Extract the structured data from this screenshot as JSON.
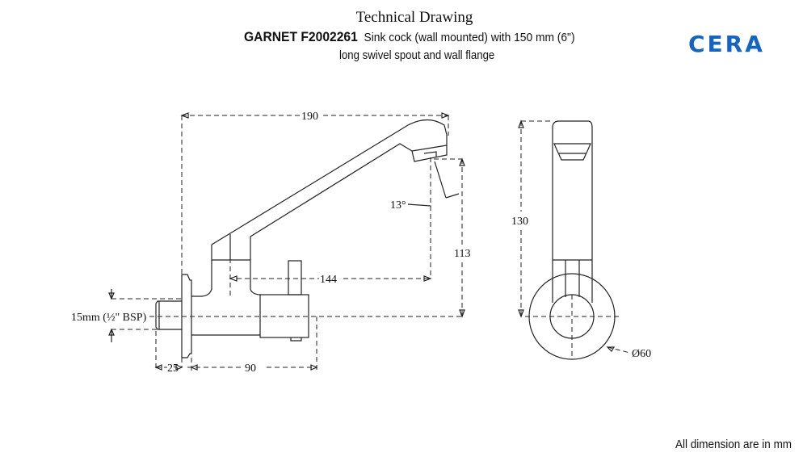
{
  "header": {
    "title": "Technical Drawing",
    "model": "GARNET F2002261",
    "description_line1": "Sink cock (wall mounted) with 150 mm (6\")",
    "description_line2": "long swivel spout and wall flange"
  },
  "brand": {
    "logo_text": "CERA",
    "color": "#1565c0"
  },
  "dimensions": {
    "overall_length": "190",
    "spout_reach": "144",
    "height_side": "113",
    "angle": "13°",
    "inlet": "15mm (½\" BSP)",
    "flange_depth": "25",
    "body_length": "90",
    "height_front": "130",
    "flange_diameter": "Ø60"
  },
  "footer": {
    "note": "All dimension are in mm"
  }
}
